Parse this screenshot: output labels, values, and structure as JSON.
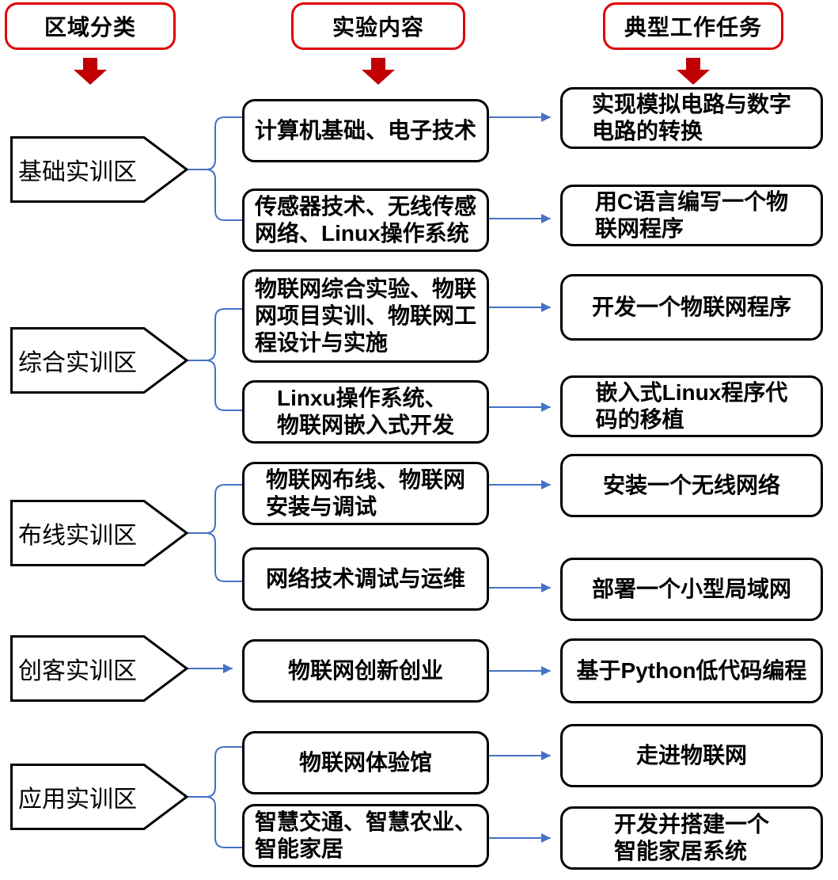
{
  "colors": {
    "header_border": "#E00000",
    "arrow_red": "#C00000",
    "connector_blue": "#4472C4",
    "box_border": "#000000"
  },
  "headers": [
    {
      "label": "区域分类"
    },
    {
      "label": "实验内容"
    },
    {
      "label": "典型工作任务"
    }
  ],
  "zones": [
    {
      "label": "基础实训区",
      "experiments": [
        "计算机基础、电子技术",
        "传感器技术、无线传感\n网络、Linux操作系统"
      ],
      "tasks": [
        "实现模拟电路与数字\n电路的转换",
        "用C语言编写一个物\n联网程序"
      ]
    },
    {
      "label": "综合实训区",
      "experiments": [
        "物联网综合实验、物联\n网项目实训、物联网工\n程设计与实施",
        "Linxu操作系统、\n物联网嵌入式开发"
      ],
      "tasks": [
        "开发一个物联网程序",
        "嵌入式Linux程序代\n码的移植"
      ]
    },
    {
      "label": "布线实训区",
      "experiments": [
        "物联网布线、物联网\n安装与调试",
        "网络技术调试与运维"
      ],
      "tasks": [
        "安装一个无线网络",
        "部署一个小型局域网"
      ]
    },
    {
      "label": "创客实训区",
      "experiments": [
        "物联网创新创业"
      ],
      "tasks": [
        "基于Python低代码编程"
      ]
    },
    {
      "label": "应用实训区",
      "experiments": [
        "物联网体验馆",
        "智慧交通、智慧农业、\n智能家居"
      ],
      "tasks": [
        "走进物联网",
        "开发并搭建一个\n智能家居系统"
      ]
    }
  ]
}
